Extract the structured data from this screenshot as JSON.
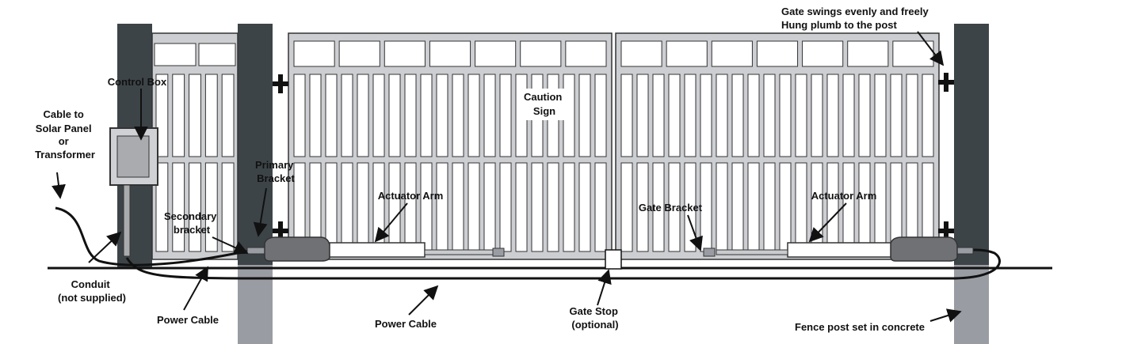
{
  "diagram": {
    "labels": {
      "control_box": "Control Box",
      "cable_to": [
        "Cable to",
        "Solar Panel",
        "or",
        "Transformer"
      ],
      "caution_sign": [
        "Caution",
        "Sign"
      ],
      "primary_bracket": [
        "Primary",
        "Bracket"
      ],
      "secondary_bracket": [
        "Secondary",
        "bracket"
      ],
      "actuator_arm_left": "Actuator Arm",
      "actuator_arm_right": "Actuator Arm",
      "gate_bracket": "Gate Bracket",
      "gate_swings": [
        "Gate swings evenly and freely",
        "Hung plumb to the post"
      ],
      "conduit": [
        "Conduit",
        "(not supplied)"
      ],
      "power_cable_left": "Power Cable",
      "power_cable_mid": "Power Cable",
      "gate_stop": [
        "Gate Stop",
        "(optional)"
      ],
      "fence_post": "Fence post set in concrete"
    },
    "colors": {
      "post_dark": "#3d4448",
      "post_concrete": "#9a9ca3",
      "gate_fill": "#ccced2",
      "control_box": "#cfd1d4",
      "actuator": "#6f7175",
      "line": "#111111"
    }
  }
}
